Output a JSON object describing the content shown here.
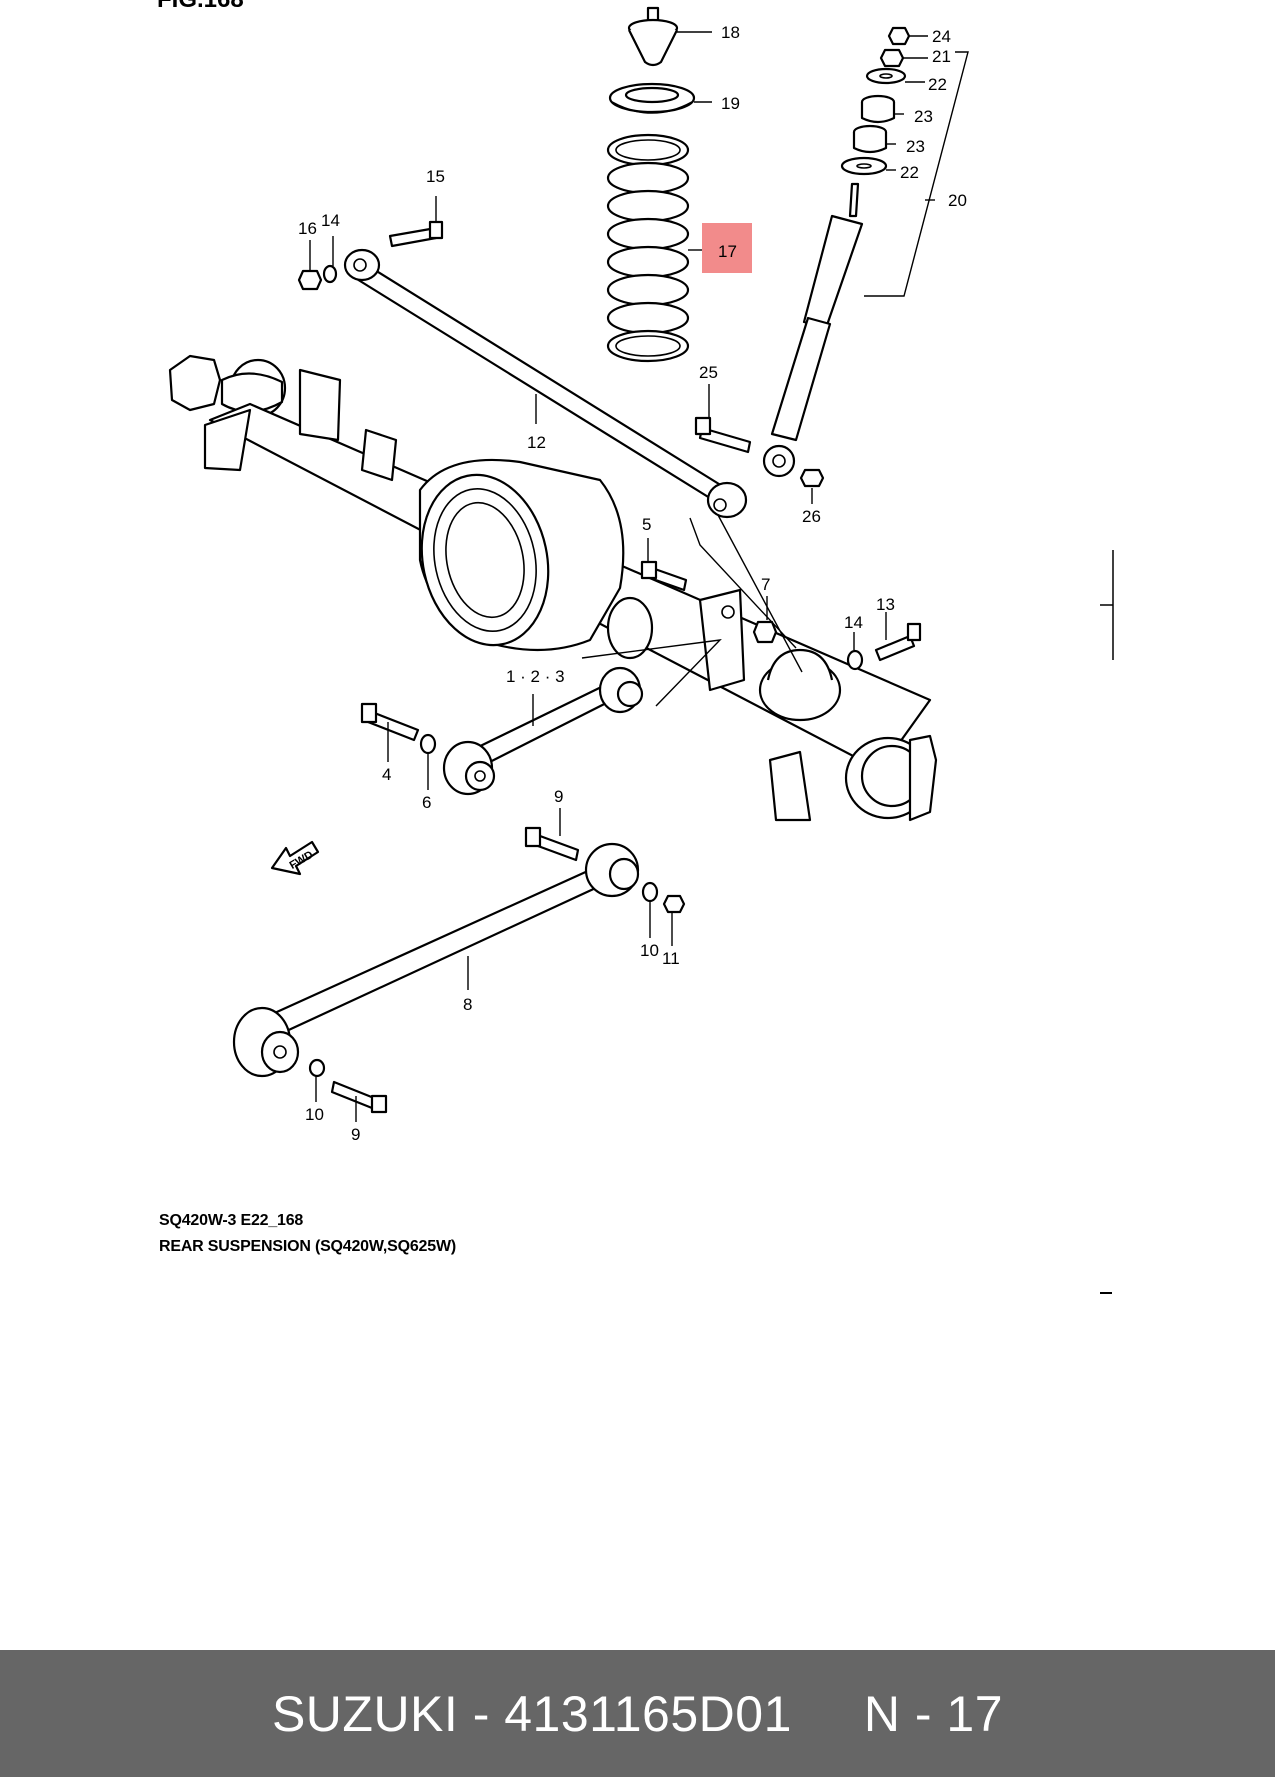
{
  "figure": {
    "title": "FIG.168"
  },
  "callouts": {
    "c1": "1 · 2 · 3",
    "c4": "4",
    "c5": "5",
    "c6": "6",
    "c7": "7",
    "c8": "8",
    "c9a": "9",
    "c9b": "9",
    "c10a": "10",
    "c10b": "10",
    "c11": "11",
    "c12": "12",
    "c13": "13",
    "c14a": "14",
    "c14b": "14",
    "c15": "15",
    "c16": "16",
    "c17": "17",
    "c18": "18",
    "c19": "19",
    "c20": "20",
    "c21": "21",
    "c22a": "22",
    "c22b": "22",
    "c23a": "23",
    "c23b": "23",
    "c24": "24",
    "c25": "25",
    "c26": "26",
    "fwd": "FWD"
  },
  "highlight_color": "#f28b8b",
  "caption": {
    "code": "SQ420W-3 E22_168",
    "title": "REAR SUSPENSION (SQ420W,SQ625W)"
  },
  "footer": {
    "brand": "SUZUKI",
    "part_number": "4131165D01",
    "position": "N - 17",
    "background": "#666666"
  }
}
